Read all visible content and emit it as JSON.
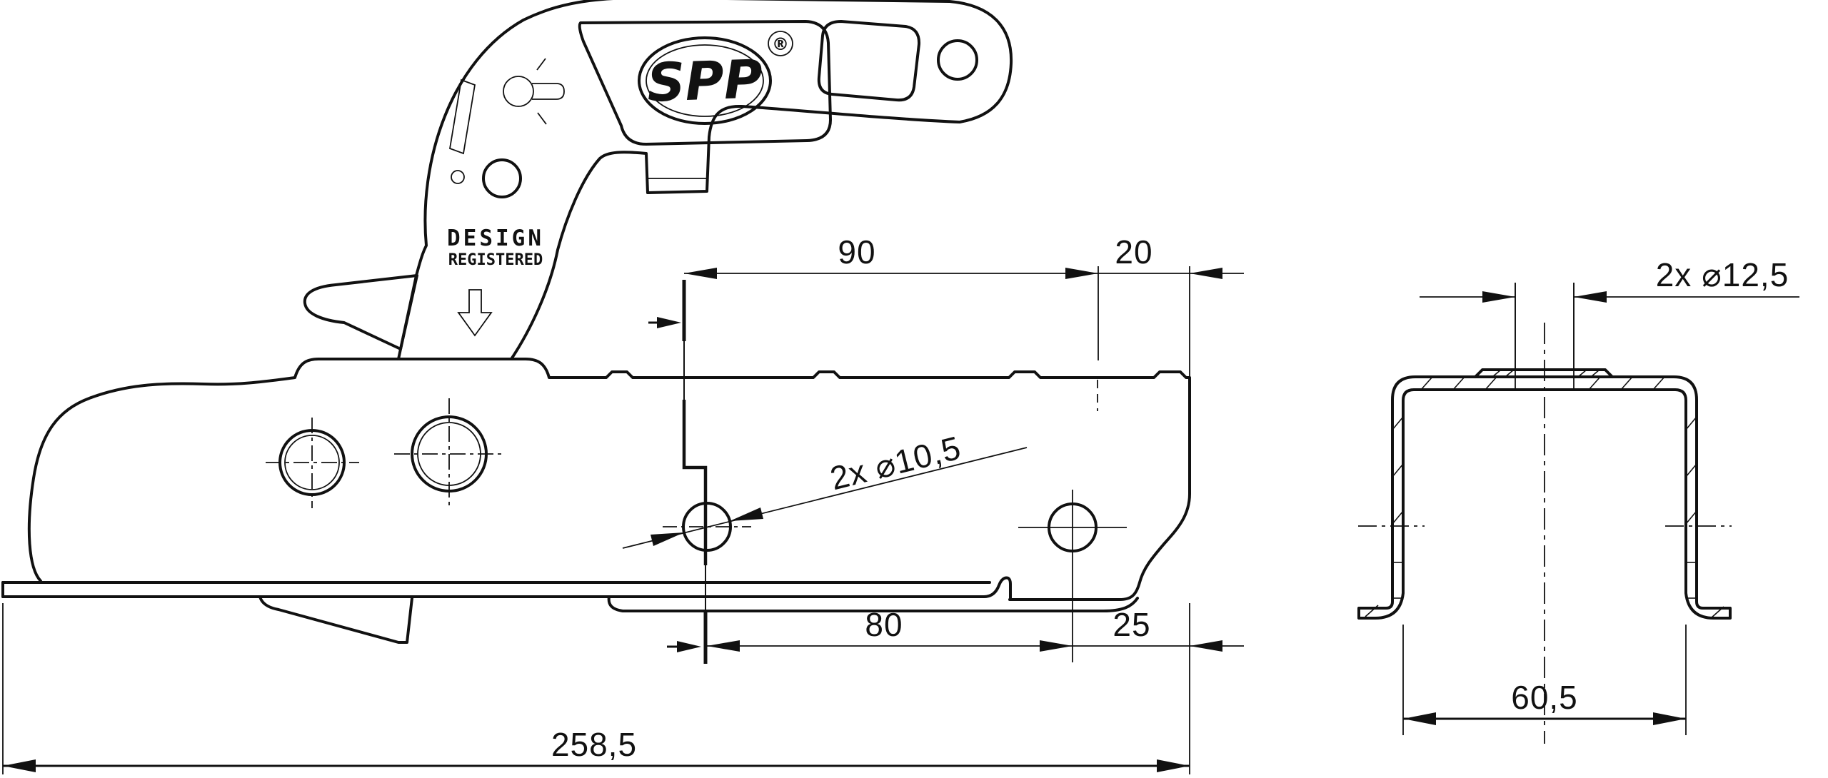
{
  "drawing": {
    "brand": "SPP",
    "registered_symbol": "®",
    "stamp": {
      "line1": "DESIGN",
      "line2": "REGISTERED"
    },
    "dimensions": {
      "top_span": "90",
      "top_end": "20",
      "main_holes": "2x ⌀10,5",
      "bottom_span": "80",
      "bottom_end": "25",
      "overall_length": "258,5",
      "section_holes": "2x ⌀12,5",
      "section_width": "60,5"
    },
    "colors": {
      "line": "#111111",
      "background": "#ffffff"
    }
  }
}
